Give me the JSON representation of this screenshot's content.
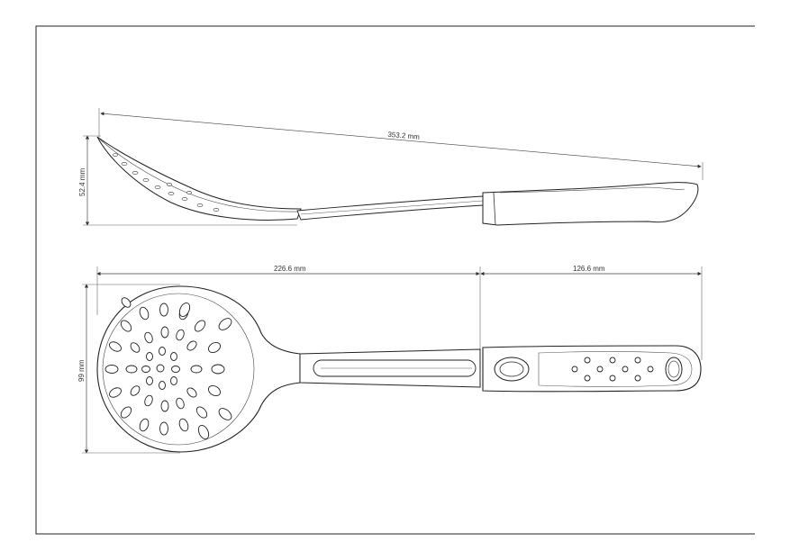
{
  "drawing": {
    "dimensions": {
      "overall_length": "353.2 mm",
      "side_height": "52.4 mm",
      "head_length": "226.6 mm",
      "handle_length": "126.6 mm",
      "head_width": "99 mm"
    }
  }
}
